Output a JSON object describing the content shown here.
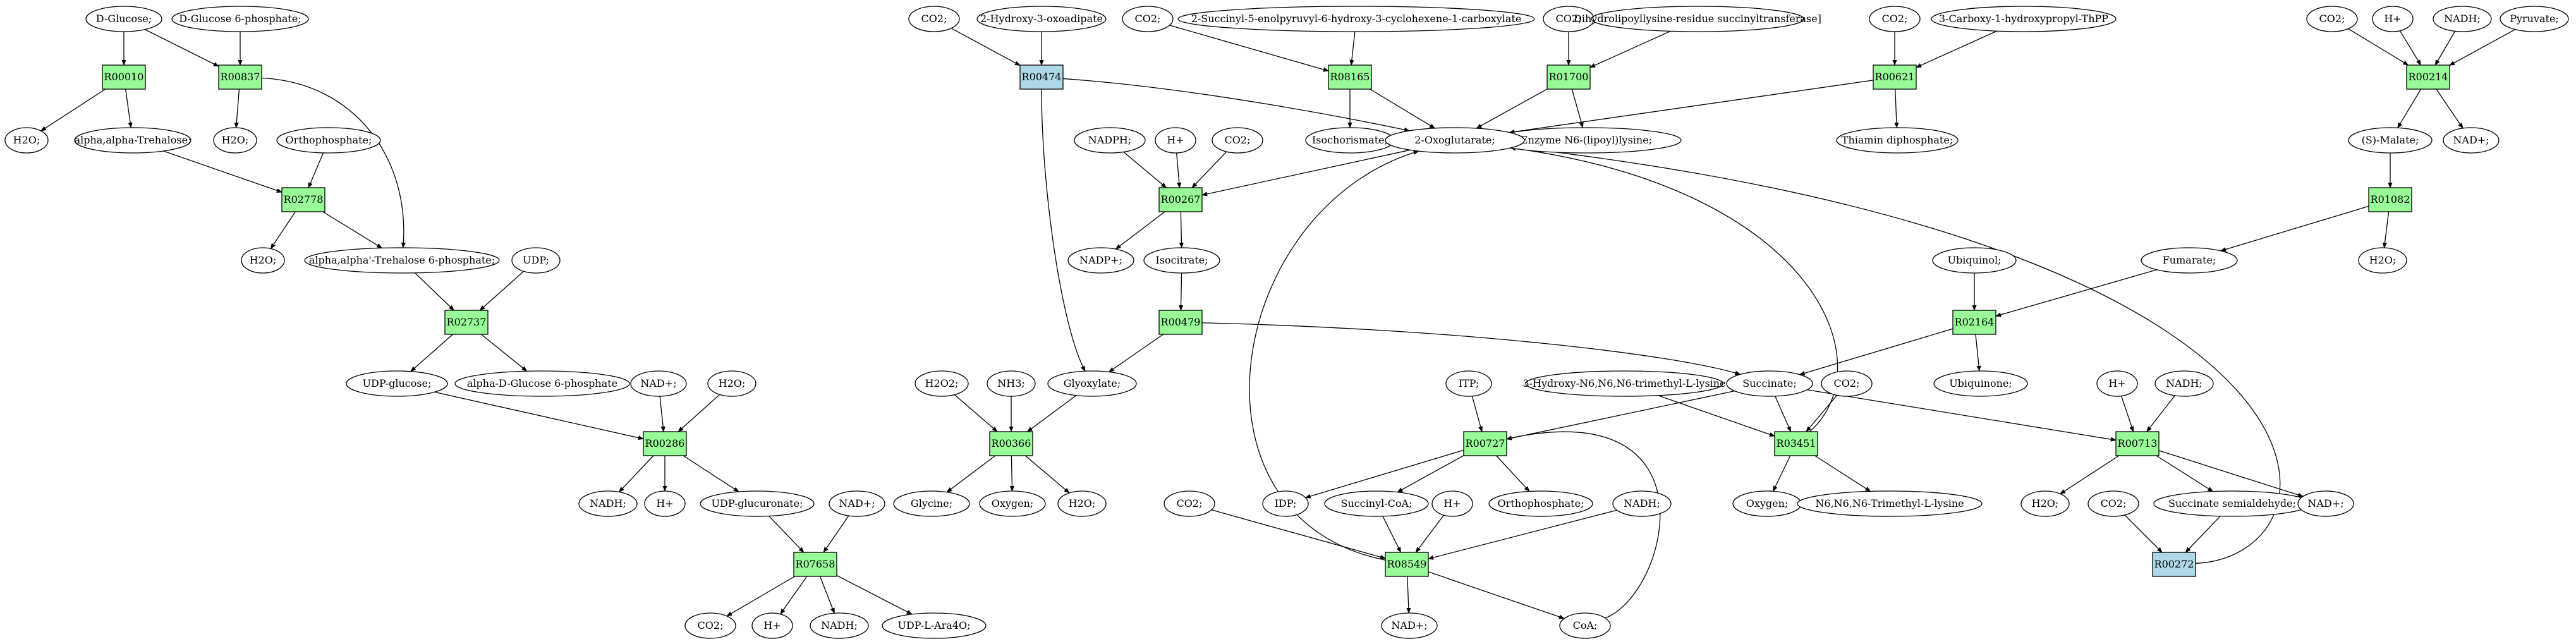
{
  "colors": {
    "reaction_default": "#98fb98",
    "reaction_highlight": "#add8e6",
    "compound_default": "#ffffff",
    "compound_green": "#00ff00",
    "compound_yellow": "#ffff00",
    "stroke": "#000000"
  },
  "compounds": {
    "dglucose": "D-Glucose;",
    "dg6p": "D-Glucose 6-phosphate;",
    "h2o_a": "H2O;",
    "trehalose": "alpha,alpha-Trehalose;",
    "h2o_b": "H2O;",
    "orthophos_a": "Orthophosphate;",
    "h2o_c": "H2O;",
    "t6p": "alpha,alpha'-Trehalose 6-phosphate;",
    "udp_a": "UDP;",
    "udpglc": "UDP-glucose;",
    "adg6p": "alpha-D-Glucose 6-phosphate",
    "nadp_a": "NAD+;",
    "h2o_d": "H2O;",
    "nadh_a": "NADH;",
    "hplus_a": "H+",
    "udpgluc": "UDP-glucuronate;",
    "nadp_b": "NAD+;",
    "co2_a": "CO2;",
    "hplus_b": "H+",
    "nadh_b": "NADH;",
    "udpara": "UDP-L-Ara4O;",
    "co2_b": "CO2;",
    "hoxo": "2-Hydroxy-3-oxoadipate",
    "h2o2": "H2O2;",
    "nh3": "NH3;",
    "glyoxylate": "Glyoxylate;",
    "glycine": "Glycine;",
    "oxygen_a": "Oxygen;",
    "h2o_e": "H2O;",
    "co2_c": "CO2;",
    "sephchc": "2-Succinyl-5-enolpyruvyl-6-hydroxy-3-cyclohexene-1-carboxylate",
    "isochor": "Isochorismate;",
    "co2_d": "CO2;",
    "dlst": "Dihydrolipoyllysine-residue succinyltransferase]",
    "lipoyl": "Enzyme N6-(lipoyl)lysine;",
    "oxoglut": "2-Oxoglutarate;",
    "co2_e": "CO2;",
    "chtpp": "3-Carboxy-1-hydroxypropyl-ThPP",
    "thiamin": "Thiamin diphosphate;",
    "nadph": "NADPH;",
    "hplus_c": "H+",
    "co2_f": "CO2;",
    "nadp_c": "NADP+;",
    "isocit": "Isocitrate;",
    "ubiquinol": "Ubiquinol;",
    "fumarate": "Fumarate;",
    "ubiquinone": "Ubiquinone;",
    "itp": "ITP;",
    "hntml": "3-Hydroxy-N6,N6,N6-trimethyl-L-lysine",
    "succinate": "Succinate;",
    "co2_g": "CO2;",
    "idp": "IDP;",
    "succoa": "Succinyl-CoA;",
    "orthophos_b": "Orthophosphate;",
    "oxygen_b": "Oxygen;",
    "ntml": "N6,N6,N6-Trimethyl-L-lysine",
    "co2_h": "CO2;",
    "hplus_d": "H+",
    "nadh_c": "NADH;",
    "nadp_d": "NAD+;",
    "coa": "CoA;",
    "hplus_e": "H+",
    "nadh_d": "NADH;",
    "h2o_f": "H2O;",
    "co2_i": "CO2;",
    "ssa": "Succinate semialdehyde;",
    "nadp_e": "NAD+;",
    "co2_j": "CO2;",
    "hplus_f": "H+",
    "nadh_e": "NADH;",
    "pyruvate": "Pyruvate;",
    "smalate": "(S)-Malate;",
    "nadp_f": "NAD+;",
    "h2o_g": "H2O;"
  },
  "reactions": {
    "r00010": "R00010",
    "r00837": "R00837",
    "r02778": "R02778",
    "r02737": "R02737",
    "r00286": "R00286",
    "r07658": "R07658",
    "r00474": "R00474",
    "r00366": "R00366",
    "r08165": "R08165",
    "r01700": "R01700",
    "r00621": "R00621",
    "r00267": "R00267",
    "r00479": "R00479",
    "r02164": "R02164",
    "r00727": "R00727",
    "r03451": "R03451",
    "r08549": "R08549",
    "r00713": "R00713",
    "r00272": "R00272",
    "r00214": "R00214",
    "r01082": "R01082"
  }
}
